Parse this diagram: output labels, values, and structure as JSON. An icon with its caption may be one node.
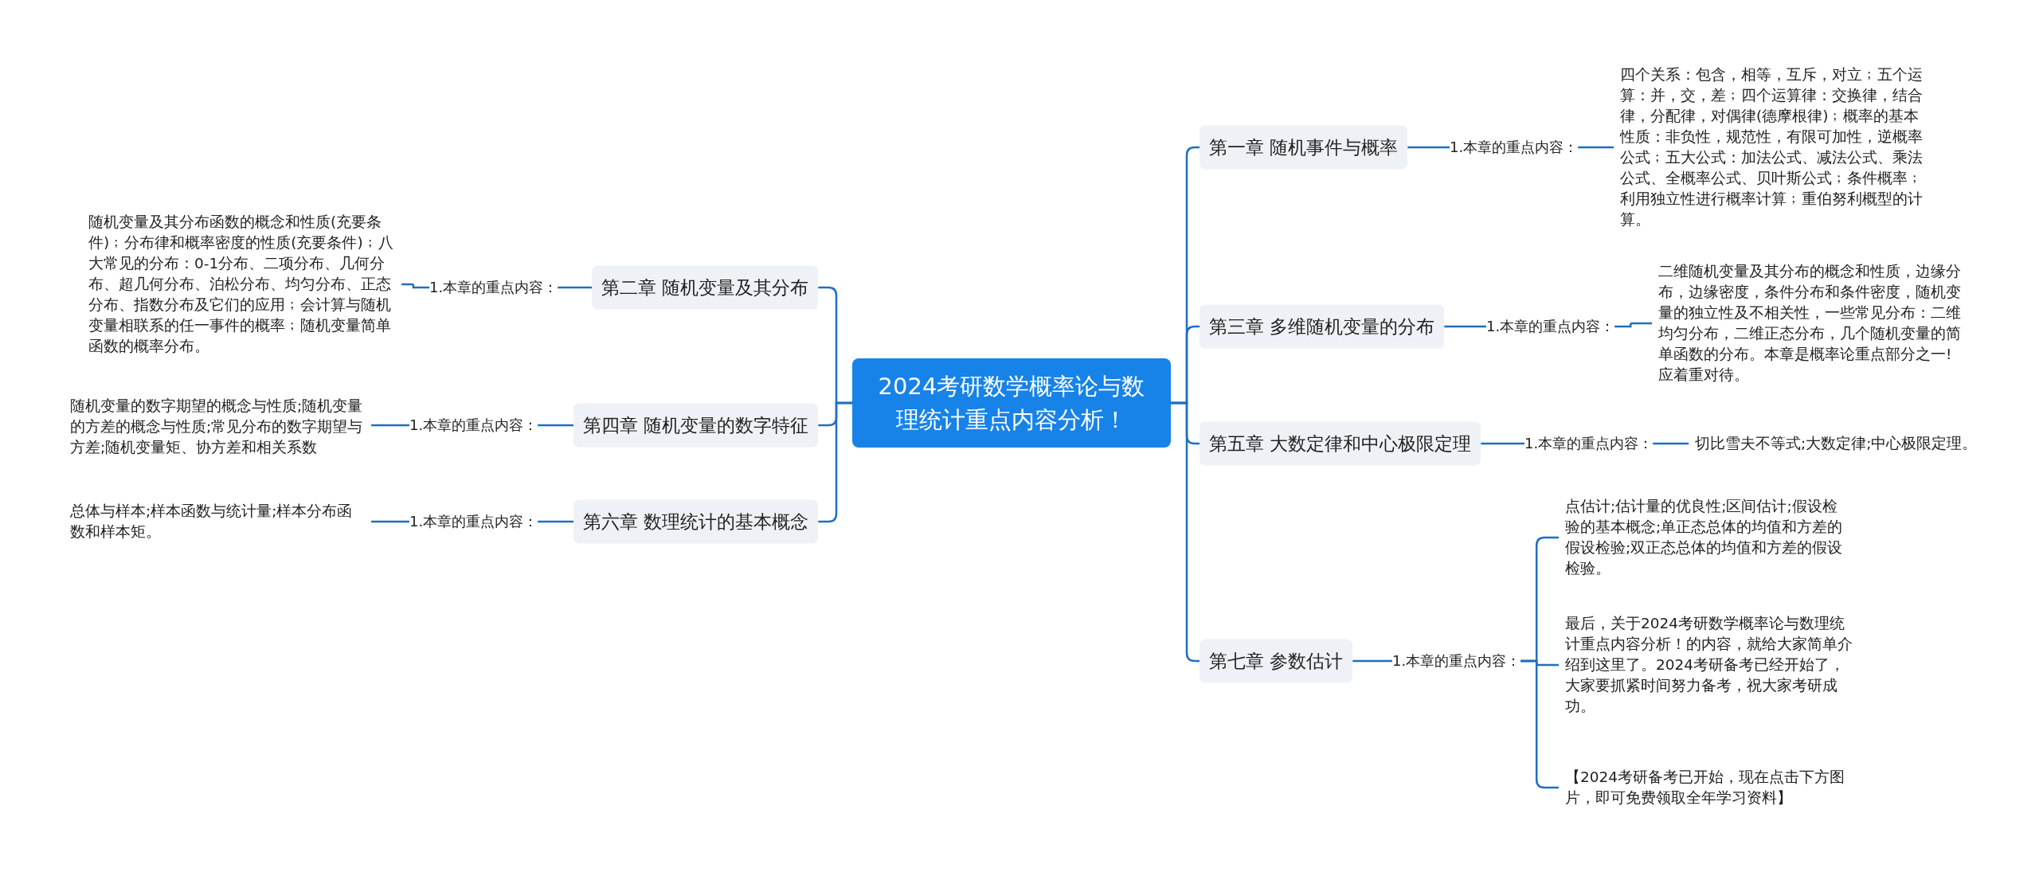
{
  "diagram": {
    "nodes": [
      {
        "text": [
          "2024考研数学概率论与数理统计重点内容分析！"
        ]
      },
      {
        "text": [
          "第一章 随机事件与概率"
        ]
      },
      {
        "text": [
          "1.本章的重点内容："
        ]
      },
      {
        "text": [
          "四个关系：包含，相等，互斥，对立﹔五个运算：并，交，差﹔四个运算律：交换律，结合律，分配律，对偶律(德摩根律)﹔概率的基本性质：非负性，规范性，有限可加性，逆概率公式﹔五大公式：加法公式、减法公式、乘法公式、全概率公式、贝叶斯公式﹔条件概率﹔利用独立性进行概率计算﹔重伯努利概型的计算。"
        ]
      },
      {
        "text": [
          "第三章 多维随机变量的分布"
        ]
      },
      {
        "text": [
          "1.本章的重点内容："
        ]
      },
      {
        "text": [
          "二维随机变量及其分布的概念和性质，边缘分布，边缘密度，条件分布和条件密度，随机变量的独立性及不相关性，一些常见分布：二维均匀分布，二维正态分布，几个随机变量的简单函数的分布。本章是概率论重点部分之一!应着重对待。"
        ]
      },
      {
        "text": [
          "第五章 大数定律和中心极限定理"
        ]
      },
      {
        "text": [
          "1.本章的重点内容："
        ]
      },
      {
        "text": [
          "切比雪夫不等式;大数定律;中心极限定理。"
        ]
      },
      {
        "text": [
          "第七章 参数估计"
        ]
      },
      {
        "text": [
          "1.本章的重点内容："
        ]
      },
      {
        "text": [
          "点估计;估计量的优良性;区间估计;假设检验的基本概念;单正态总体的均值和方差的假设检验;双正态总体的均值和方差的假设检验。"
        ]
      },
      {
        "text": [
          "最后，关于2024考研数学概率论与数理统计重点内容分析！的内容，就给大家简单介绍到这里了。2024考研备考已经开始了，大家要抓紧时间努力备考，祝大家考研成功。"
        ]
      },
      {
        "text": [
          "【2024考研备考已开始，现在点击下方图片，即可免费领取全年学习资料】"
        ]
      },
      {
        "text": [
          "第二章 随机变量及其分布"
        ]
      },
      {
        "text": [
          "1.本章的重点内容："
        ]
      },
      {
        "text": [
          "随机变量及其分布函数的概念和性质(充要条件)﹔分布律和概率密度的性质(充要条件)﹔八大常见的分布：0-1分布、二项分布、几何分布、超几何分布、泊松分布、均匀分布、正态分布、指数分布及它们的应用﹔会计算与随机变量相联系的任一事件的概率﹔随机变量简单函数的概率分布。"
        ]
      },
      {
        "text": [
          "第四章 随机变量的数字特征"
        ]
      },
      {
        "text": [
          "1.本章的重点内容："
        ]
      },
      {
        "text": [
          "随机变量的数字期望的概念与性质;随机变量的方差的概念与性质;常见分布的数字期望与方差;随机变量矩、协方差和相关系数"
        ]
      },
      {
        "text": [
          "第六章 数理统计的基本概念"
        ]
      },
      {
        "text": [
          "1.本章的重点内容："
        ]
      },
      {
        "text": [
          "总体与样本;样本函数与统计量;样本分布函数和样本矩。"
        ]
      }
    ],
    "edges": [
      {
        "from": 0,
        "to": 1,
        "arrow": "none"
      },
      {
        "from": 1,
        "to": 2,
        "arrow": "none"
      },
      {
        "from": 2,
        "to": 3,
        "arrow": "none"
      },
      {
        "from": 0,
        "to": 4,
        "arrow": "none"
      },
      {
        "from": 4,
        "to": 5,
        "arrow": "none"
      },
      {
        "from": 5,
        "to": 6,
        "arrow": "none"
      },
      {
        "from": 0,
        "to": 7,
        "arrow": "none"
      },
      {
        "from": 7,
        "to": 8,
        "arrow": "none"
      },
      {
        "from": 8,
        "to": 9,
        "arrow": "none"
      },
      {
        "from": 0,
        "to": 10,
        "arrow": "none"
      },
      {
        "from": 10,
        "to": 11,
        "arrow": "none"
      },
      {
        "from": 11,
        "to": 12,
        "arrow": "none"
      },
      {
        "from": 11,
        "to": 13,
        "arrow": "none"
      },
      {
        "from": 11,
        "to": 14,
        "arrow": "none"
      },
      {
        "from": 0,
        "to": 15,
        "arrow": "none"
      },
      {
        "from": 15,
        "to": 16,
        "arrow": "none"
      },
      {
        "from": 16,
        "to": 17,
        "arrow": "none"
      },
      {
        "from": 0,
        "to": 18,
        "arrow": "none"
      },
      {
        "from": 18,
        "to": 19,
        "arrow": "none"
      },
      {
        "from": 19,
        "to": 20,
        "arrow": "none"
      },
      {
        "from": 0,
        "to": 21,
        "arrow": "none"
      },
      {
        "from": 21,
        "to": 22,
        "arrow": "none"
      },
      {
        "from": 22,
        "to": 23,
        "arrow": "none"
      }
    ]
  }
}
